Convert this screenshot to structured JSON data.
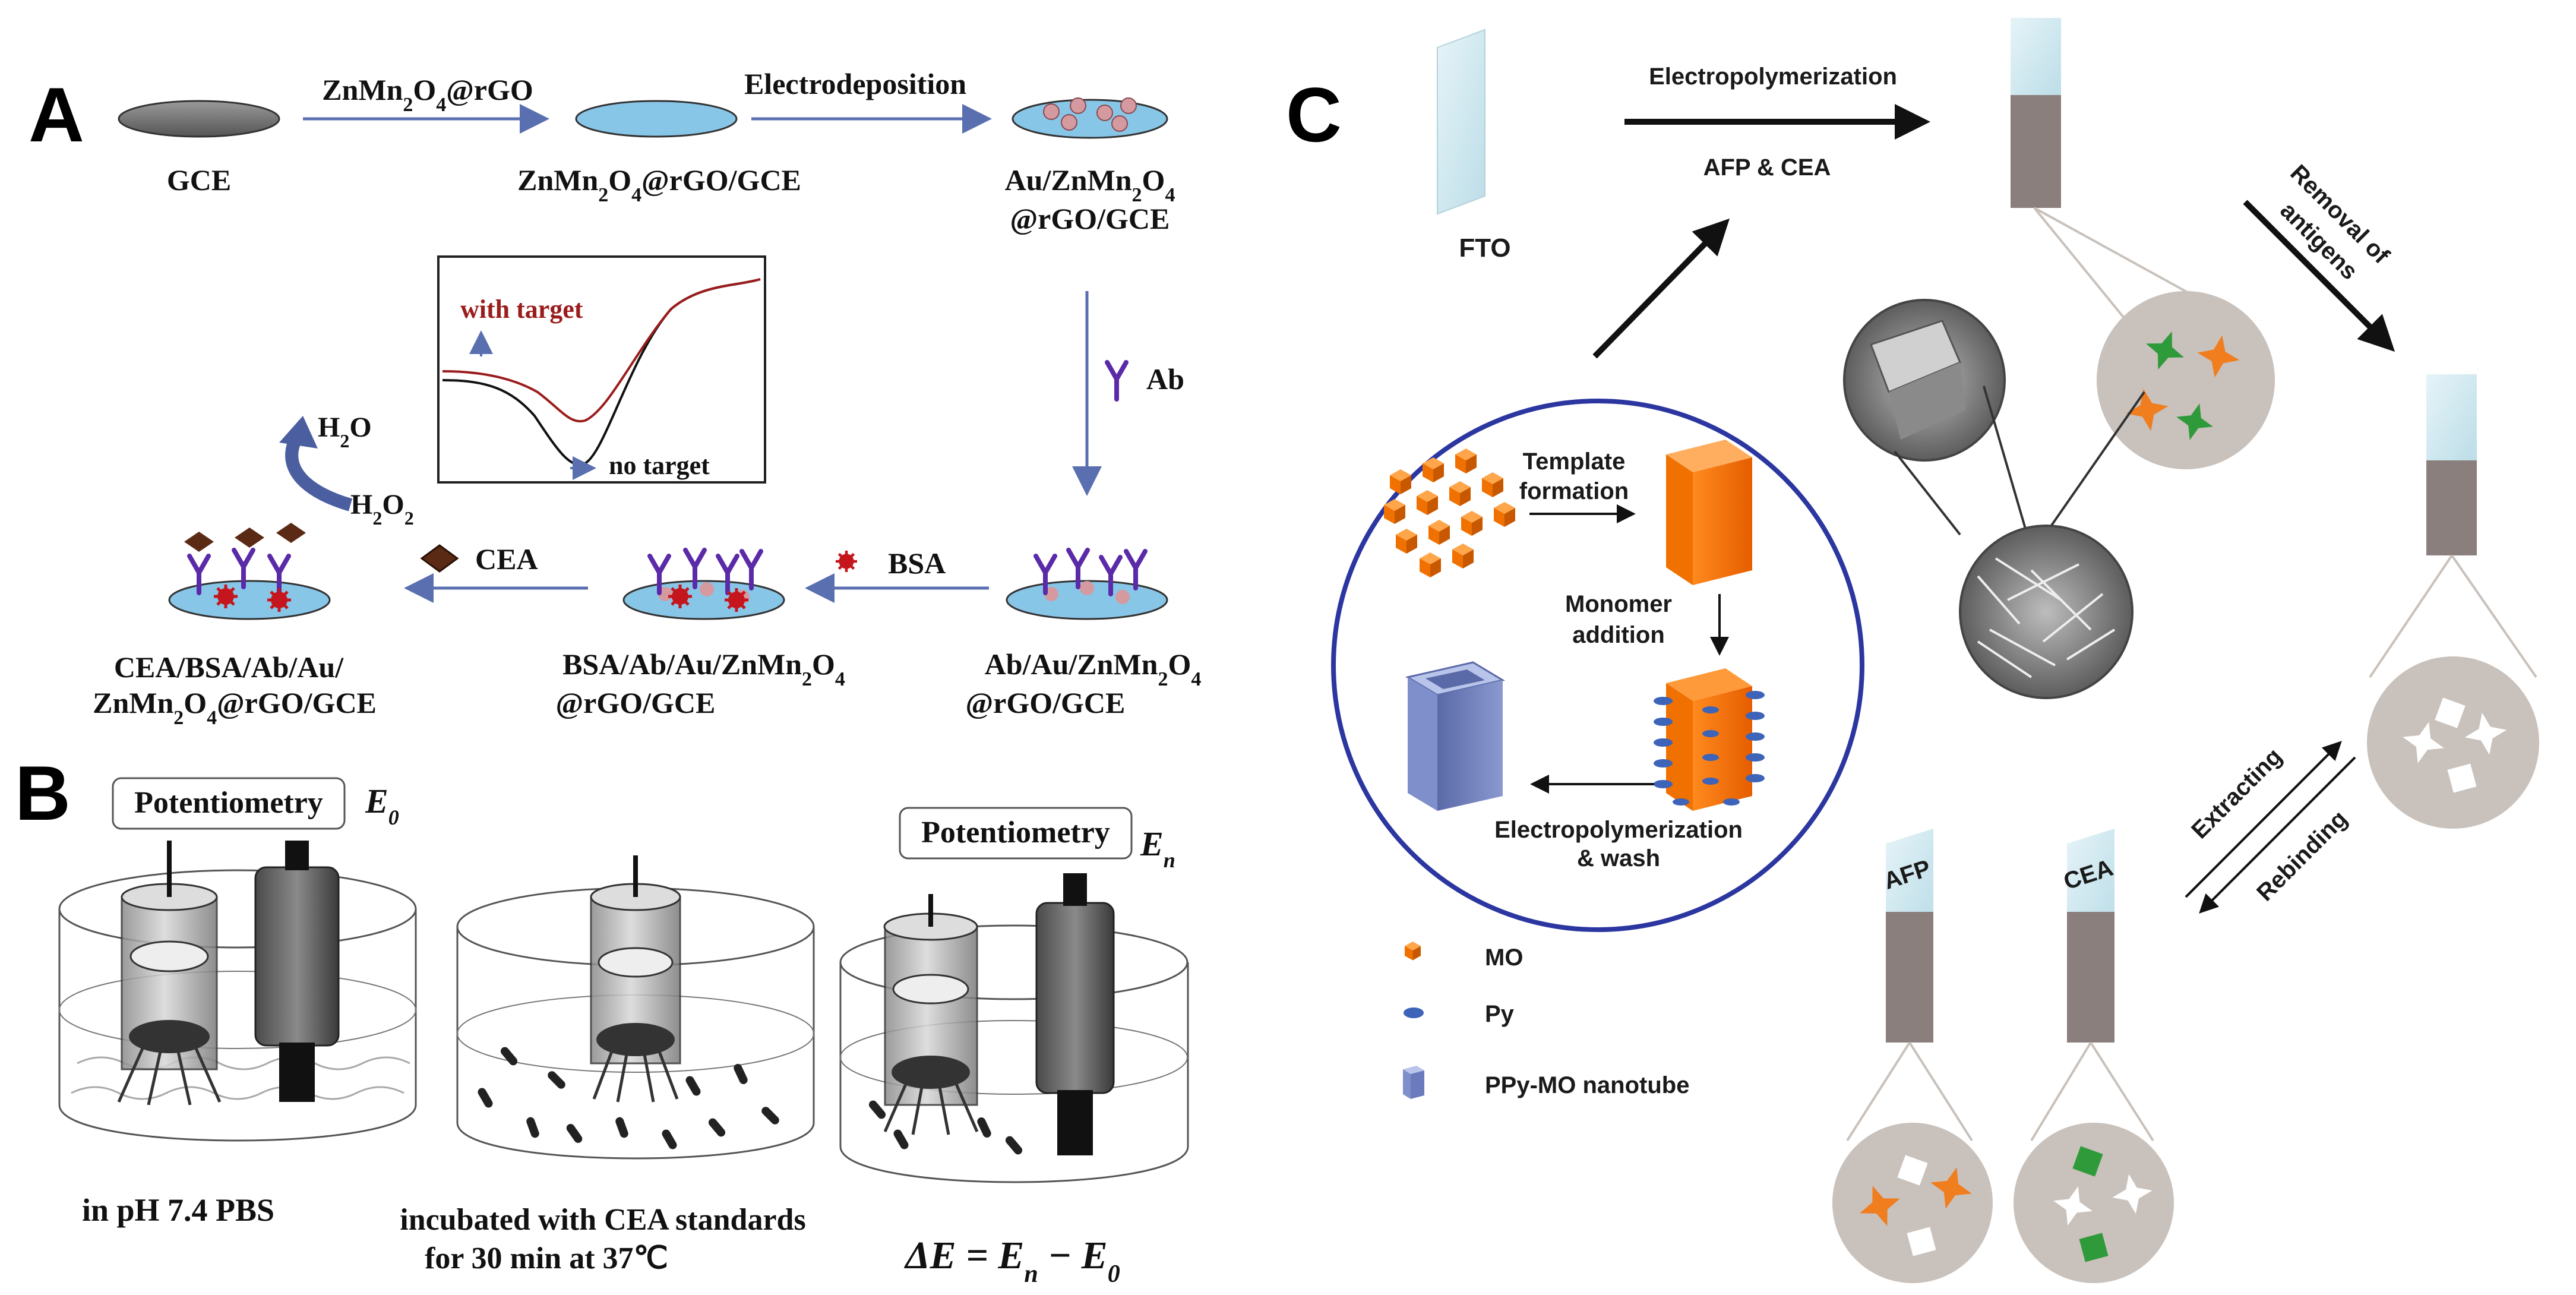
{
  "panels": {
    "a": "A",
    "b": "B",
    "c": "C"
  },
  "panel_a": {
    "steps": {
      "gce": "GCE",
      "znmn_rgo_gce": [
        "ZnMn",
        "2",
        "O",
        "4",
        "@rGO/GCE"
      ],
      "au_line1": [
        "Au/ZnMn",
        "2",
        "O",
        "4"
      ],
      "au_line2": "@rGO/GCE",
      "ab_line1": [
        "Ab/Au/ZnMn",
        "2",
        "O",
        "4"
      ],
      "ab_line2": "@rGO/GCE",
      "bsa_line1": [
        "BSA/Ab/Au/ZnMn",
        "2",
        "O",
        "4"
      ],
      "bsa_line2": "@rGO/GCE",
      "cea_line1": "CEA/BSA/Ab/Au/",
      "cea_line2": [
        "ZnMn",
        "2",
        "O",
        "4",
        "@rGO/GCE"
      ]
    },
    "arrows": {
      "modify": [
        "ZnMn",
        "2",
        "O",
        "4",
        "@rGO"
      ],
      "electrodeposition": "Electrodeposition",
      "ab": "Ab",
      "bsa": "BSA",
      "cea": "CEA"
    },
    "reaction": {
      "product": [
        "H",
        "2",
        "O"
      ],
      "reactant": [
        "H",
        "2",
        "O",
        "2"
      ]
    },
    "inset": {
      "with_target": "with target",
      "no_target": "no target"
    },
    "colors": {
      "with_target": "#9b1c1c",
      "antibody": "#5b2aa8",
      "electrode_blue": "#88c6e8",
      "arrow_blue": "#5a6fb0"
    }
  },
  "panel_b": {
    "potentiometry_1": "Potentiometry",
    "e0_1": [
      "E",
      "0"
    ],
    "potentiometry_2": "Potentiometry",
    "en_2": [
      "E",
      "n"
    ],
    "caption_1": "in pH 7.4 PBS",
    "caption_2_line1": "incubated with CEA standards",
    "caption_2_line2": "for 30 min at 37℃",
    "equation": [
      "ΔE = E",
      "n",
      " − E",
      "0"
    ]
  },
  "panel_c": {
    "electropolymerization": "Electropolymerization",
    "afp_cea": "AFP & CEA",
    "fto": "FTO",
    "removal_line1": "Removal of",
    "removal_line2": "antigens",
    "template_line1": "Template",
    "template_line2": "formation",
    "monomer_line1": "Monomer",
    "monomer_line2": "addition",
    "electropoly_wash_line1": "Electropolymerization",
    "electropoly_wash_line2": "& wash",
    "extracting": "Extracting",
    "rebinding": "Rebinding",
    "afp": "AFP",
    "cea": "CEA",
    "legend": [
      {
        "label": "MO",
        "icon": "orange-cube-icon"
      },
      {
        "label": "Py",
        "icon": "blue-ellipse-icon"
      },
      {
        "label": "PPy-MO nanotube",
        "icon": "nanotube-icon"
      }
    ],
    "colors": {
      "afp_star": "#f07d1e",
      "cea_star": "#2f9a3a",
      "circle_grey": "#c9c1bb",
      "circle_outline": "#2b36a0",
      "film": "#8a7f7c",
      "glass": "#cfe7ee"
    }
  }
}
